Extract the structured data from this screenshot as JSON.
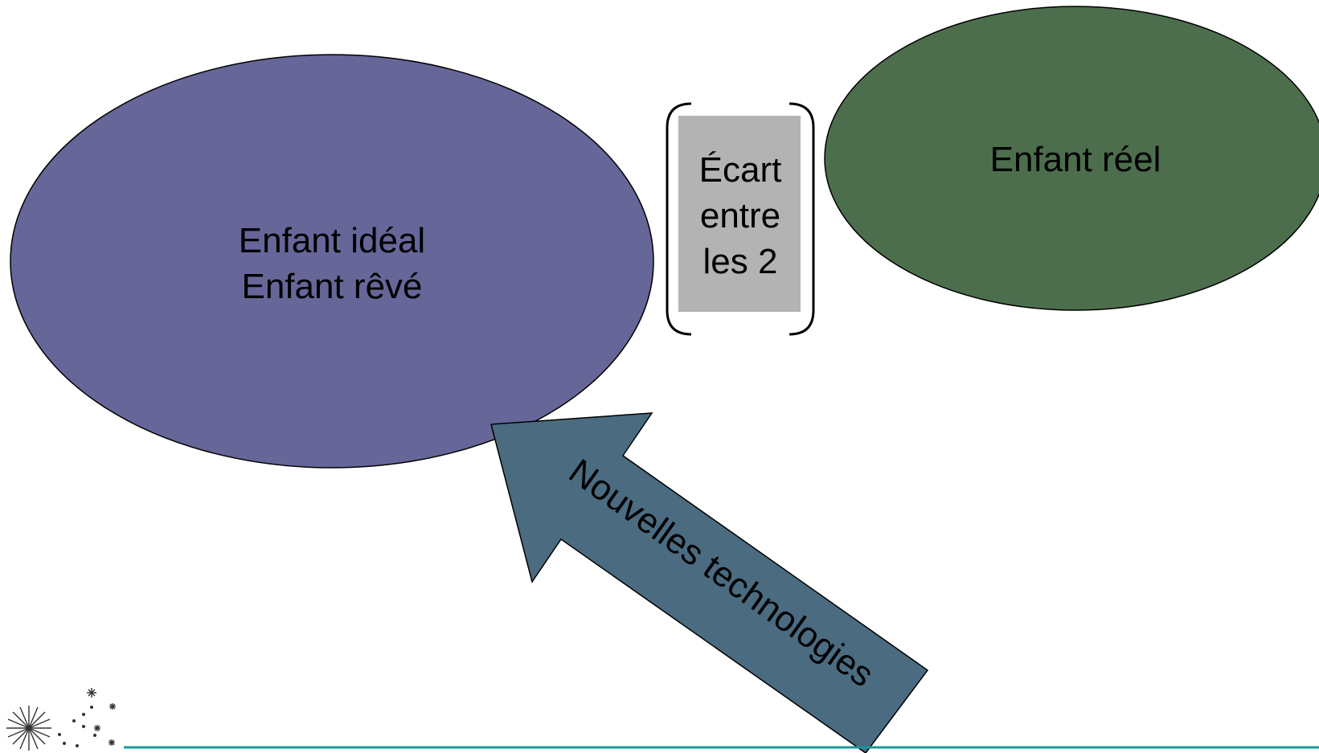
{
  "diagram": {
    "ideal_child": {
      "line1": "Enfant idéal",
      "line2": "Enfant rêvé",
      "color": "#666699"
    },
    "real_child": {
      "label": "Enfant réel",
      "color": "#4D6E4D"
    },
    "gap": {
      "line1": "Écart",
      "line2": "entre",
      "line3": "les 2",
      "color": "#B3B3B3"
    },
    "arrow": {
      "label": "Nouvelles technologies",
      "color": "#4A6B80"
    },
    "footer": {
      "logo_icon": "dandelion-seeds-icon",
      "rule_color": "#1A9A9A"
    }
  }
}
